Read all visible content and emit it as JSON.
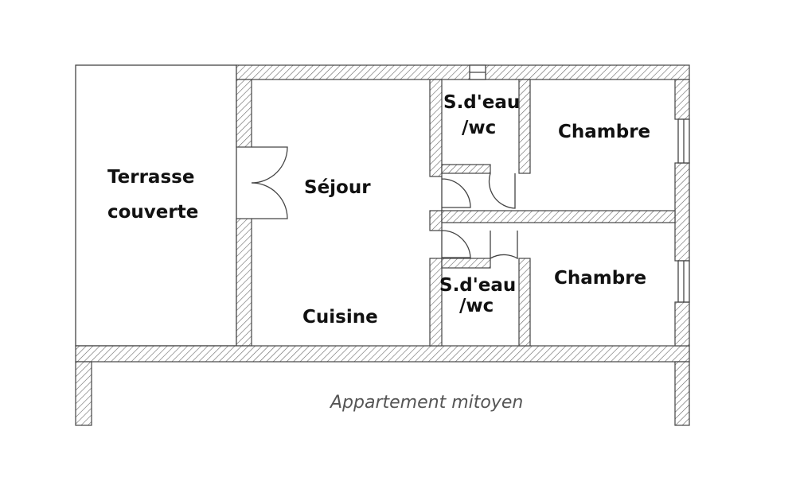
{
  "rooms": {
    "terrace": [
      "Terrasse",
      "couverte"
    ],
    "living": "Séjour",
    "kitchen": "Cuisine",
    "bathroom_1": [
      "S.d'eau",
      "/wc"
    ],
    "bathroom_2": [
      "S.d'eau",
      "/wc"
    ],
    "bedroom_1": "Chambre",
    "bedroom_2": "Chambre"
  },
  "caption": "Appartement mitoyen"
}
